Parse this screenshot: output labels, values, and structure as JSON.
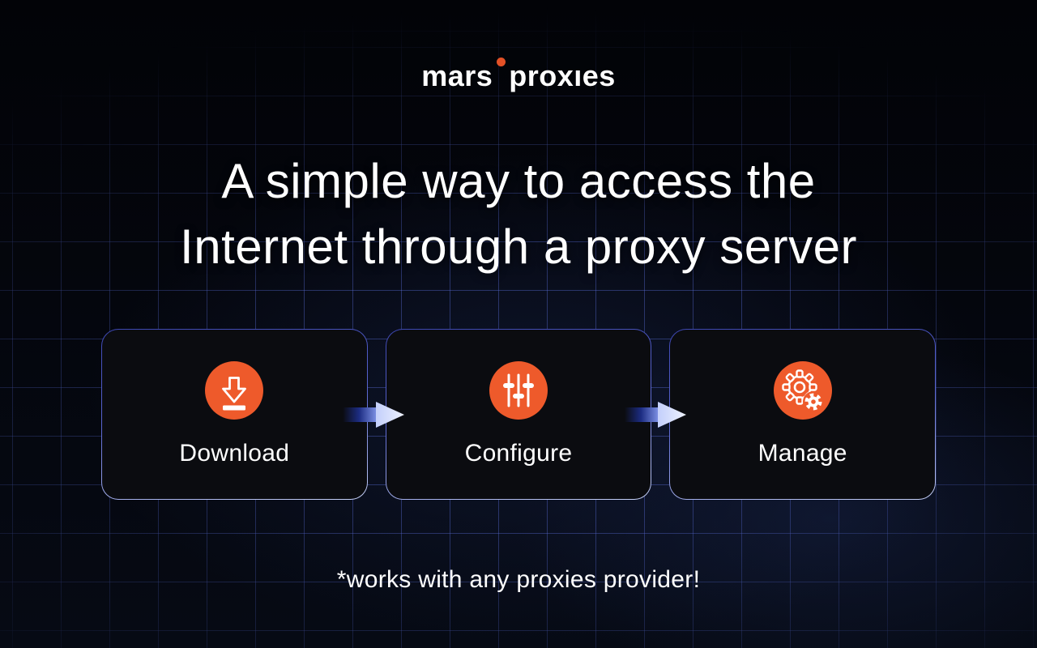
{
  "brand": {
    "text_left": "mars",
    "text_right": "proxıes",
    "dot_color": "#E35126"
  },
  "headline": {
    "line1": "A simple way to access the",
    "line2": "Internet through a proxy server"
  },
  "steps": [
    {
      "label": "Download",
      "icon": "download-icon"
    },
    {
      "label": "Configure",
      "icon": "sliders-icon"
    },
    {
      "label": "Manage",
      "icon": "gears-icon"
    }
  ],
  "footer": {
    "note": "*works with any proxies provider!"
  },
  "colors": {
    "accent_orange": "#EE5A2B",
    "background": "#030408",
    "card_background": "#0B0C10",
    "card_border_top": "#3D47B2",
    "card_border_bottom": "#C7D2F8",
    "grid_line_blue": "#5C70DE",
    "arrow_head": "#DEE6FF",
    "arrow_tail_blue": "#7E92E6",
    "text": "#FFFFFF"
  }
}
